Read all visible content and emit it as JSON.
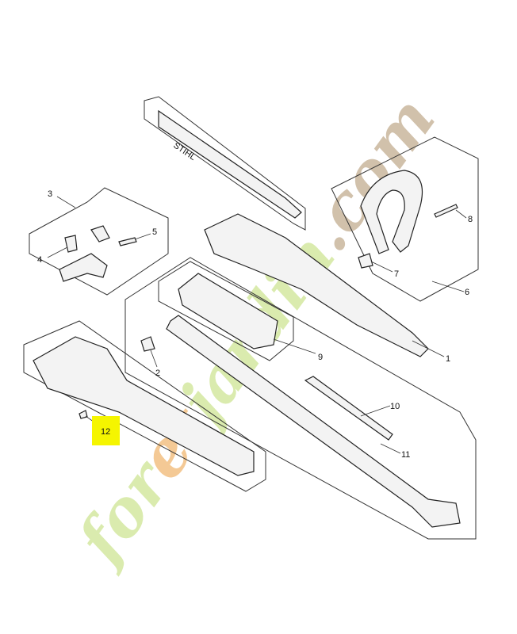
{
  "diagram": {
    "callouts": [
      "1",
      "2",
      "3",
      "4",
      "5",
      "6",
      "7",
      "8",
      "9",
      "10",
      "11",
      "12"
    ],
    "highlighted_callout": "12",
    "highlight_color": "#f5f500",
    "brand_mark": "STIHL"
  },
  "watermark": {
    "part1": "for",
    "part2": "et",
    "part3": "jardin",
    "part4": ".com",
    "colors": {
      "green": "#d6e9a6",
      "orange": "#f3c48a",
      "tan": "#cdbba3"
    }
  }
}
